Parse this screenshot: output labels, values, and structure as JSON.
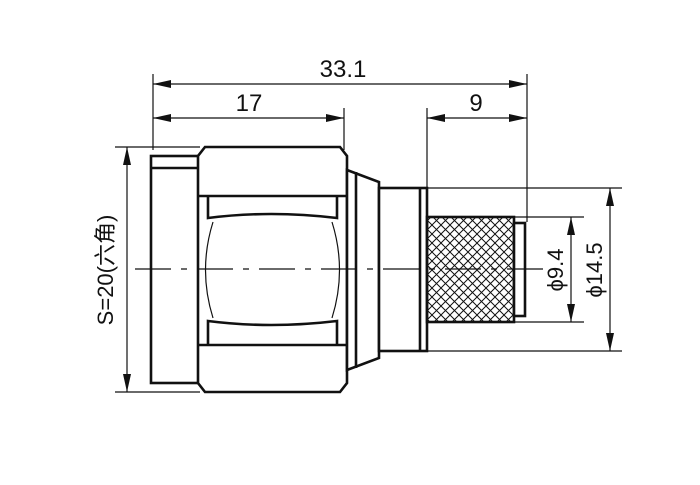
{
  "dimensions": {
    "overall_length": "33.1",
    "hex_length": "17",
    "knurl_length": "9",
    "hex_size": "S=20(六角)",
    "inner_diameter": "ϕ9.4",
    "outer_diameter": "ϕ14.5"
  }
}
